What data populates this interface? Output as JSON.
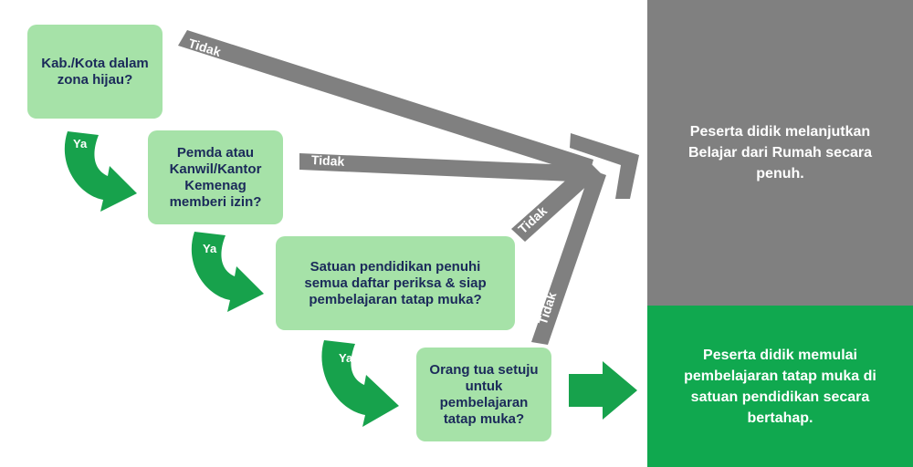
{
  "colors": {
    "question_box": "#a6e2a8",
    "question_text": "#1b2a5a",
    "no_path": "#808080",
    "yes_path": "#17a24c",
    "outcome_no": "#808080",
    "outcome_yes": "#10a84f"
  },
  "questions": [
    {
      "text": "Kab./Kota dalam zona hijau?"
    },
    {
      "text": "Pemda atau Kanwil/Kantor Kemenag memberi izin?"
    },
    {
      "text": "Satuan pendidikan penuhi semua daftar periksa & siap pembelajaran tatap muka?"
    },
    {
      "text": "Orang tua setuju untuk pembelajaran tatap muka?"
    }
  ],
  "yes_label": "Ya",
  "no_label": "Tidak",
  "outcome_no": {
    "text": "Peserta didik melanjutkan Belajar dari Rumah secara penuh."
  },
  "outcome_yes": {
    "text": "Peserta didik memulai pembelajaran tatap muka di satuan pendidikan secara bertahap."
  }
}
